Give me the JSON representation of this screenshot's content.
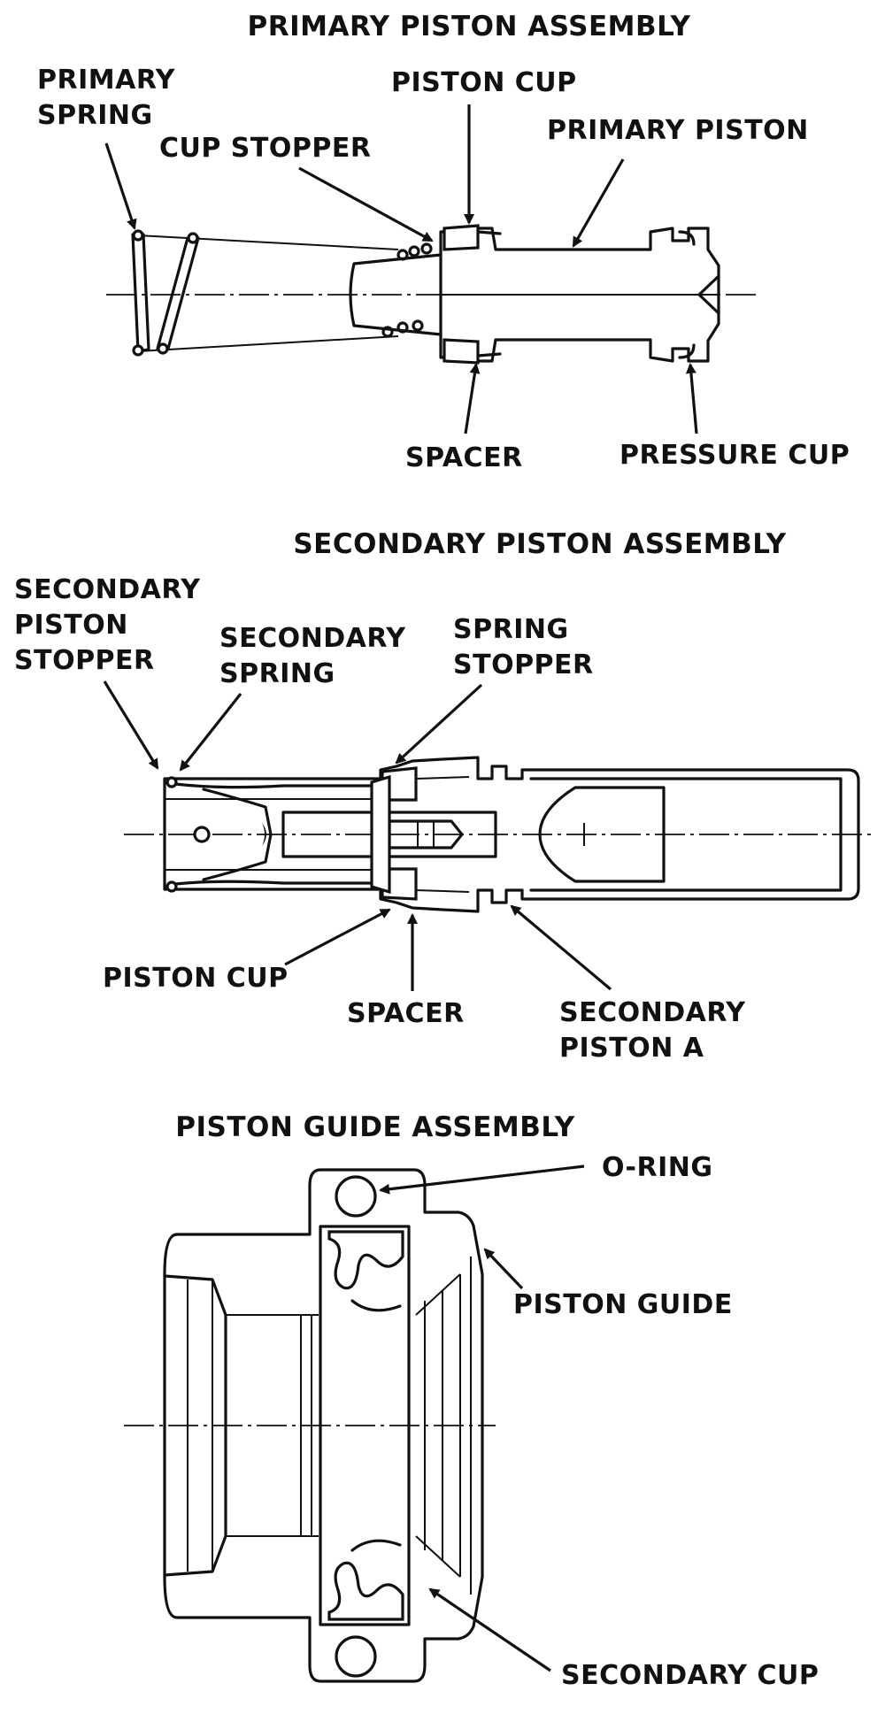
{
  "primary_assembly": {
    "title": "PRIMARY PISTON ASSEMBLY",
    "labels": {
      "primary_spring_1": "PRIMARY",
      "primary_spring_2": "SPRING",
      "cup_stopper": "CUP STOPPER",
      "piston_cup": "PISTON CUP",
      "primary_piston": "PRIMARY PISTON",
      "spacer": "SPACER",
      "pressure_cup": "PRESSURE CUP"
    }
  },
  "secondary_assembly": {
    "title": "SECONDARY PISTON ASSEMBLY",
    "labels": {
      "sec_piston_stopper_1": "SECONDARY",
      "sec_piston_stopper_2": "PISTON",
      "sec_piston_stopper_3": "STOPPER",
      "sec_spring_1": "SECONDARY",
      "sec_spring_2": "SPRING",
      "spring_stopper_1": "SPRING",
      "spring_stopper_2": "STOPPER",
      "piston_cup": "PISTON CUP",
      "spacer": "SPACER",
      "sec_piston_a_1": "SECONDARY",
      "sec_piston_a_2": "PISTON A"
    }
  },
  "guide_assembly": {
    "title": "PISTON GUIDE ASSEMBLY",
    "labels": {
      "o_ring": "O-RING",
      "piston_guide": "PISTON GUIDE",
      "secondary_cup": "SECONDARY CUP"
    }
  }
}
